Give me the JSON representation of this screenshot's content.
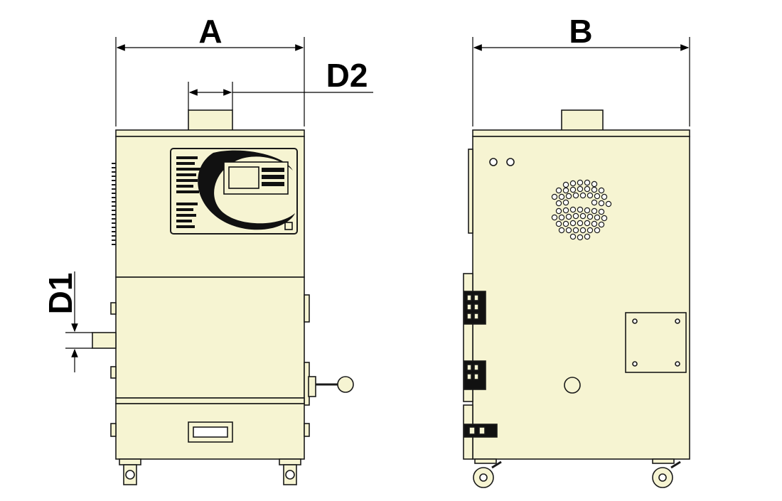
{
  "labels": {
    "width_front": "A",
    "width_side": "B",
    "outlet_diameter": "D2",
    "inlet_diameter": "D1"
  },
  "colors": {
    "body_fill": "#f6f4d2",
    "outline": "#1a1a1a",
    "background": "#ffffff"
  },
  "icons": {
    "control_panel": "control-panel-logo-icon",
    "vent_grille": "perforated-vent-icon",
    "caster": "caster-wheel-icon"
  }
}
